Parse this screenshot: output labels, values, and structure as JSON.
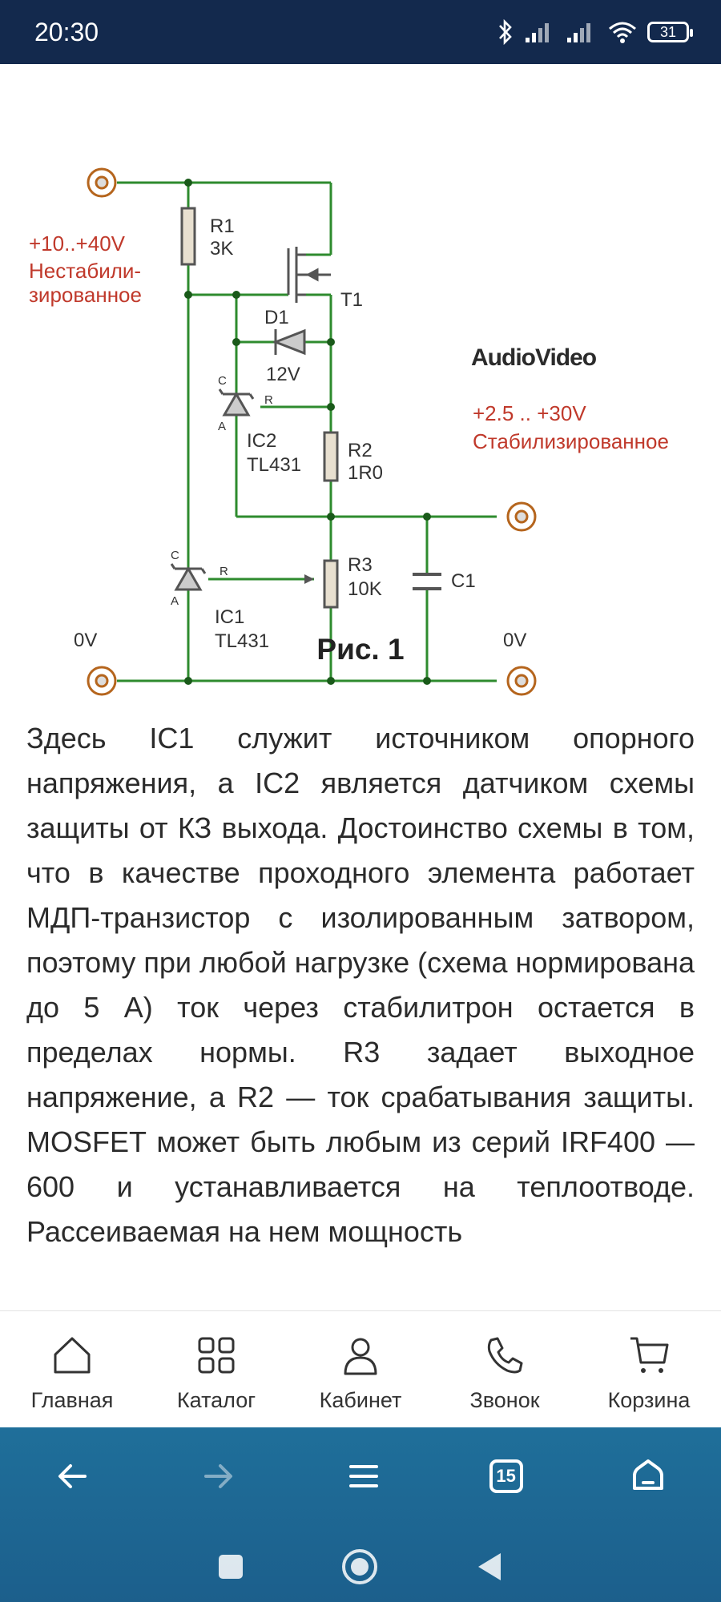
{
  "status_bar": {
    "time": "20:30",
    "battery": "31"
  },
  "figure": {
    "labels": {
      "r1": "R1",
      "r1_val": "3K",
      "vin": "+10..+40V",
      "unstab_1": "Нестабили-",
      "unstab_2": "зированное",
      "t1": "T1",
      "d1": "D1",
      "d1_val": "12V",
      "c_ic2": "C",
      "r_ic2": "R",
      "a_ic2": "A",
      "ic2": "IC2",
      "ic2_part": "TL431",
      "r2": "R2",
      "r2_val": "1R0",
      "brand": "AudioVideo",
      "vout": "+2.5 .. +30V",
      "stab": "Стабилизированное",
      "c_ic1": "C",
      "r_ic1": "R",
      "a_ic1": "A",
      "r3": "R3",
      "r3_val": "10K",
      "c1": "C1",
      "ic1": "IC1",
      "ic1_part": "TL431",
      "zero_left": "0V",
      "zero_right": "0V"
    },
    "caption": "Рис. 1"
  },
  "article": {
    "paragraph": "Здесь IC1 служит источником опорного напряжения, а IC2 является датчиком схемы защиты от КЗ выхода. Достоинство схемы в том, что в качестве проходного элемента работает МДП-транзистор с изолированным затвором, поэтому при любой нагрузке (схема нормирована до 5 А) ток через стабилитрон остается в пределах нормы. R3 задает выходное напряжение, а R2 — ток срабатывания защиты. MOSFET может быть любым из серий IRF400 — 600 и устанавливается на теплоотводе. Рассеиваемая на нем мощность"
  },
  "bottom_nav": {
    "items": [
      {
        "label": "Главная",
        "icon": "home-icon"
      },
      {
        "label": "Каталог",
        "icon": "grid-icon"
      },
      {
        "label": "Кабинет",
        "icon": "user-icon"
      },
      {
        "label": "Звонок",
        "icon": "phone-icon"
      },
      {
        "label": "Корзина",
        "icon": "cart-icon"
      }
    ]
  },
  "browser": {
    "tab_count": "15"
  },
  "colors": {
    "status_bar_bg": "#13294d",
    "circuit_wire": "#2e8b2e",
    "circuit_component": "#555555",
    "circuit_label_red": "#c0392b",
    "browser_bar": "#1c5f8c"
  }
}
